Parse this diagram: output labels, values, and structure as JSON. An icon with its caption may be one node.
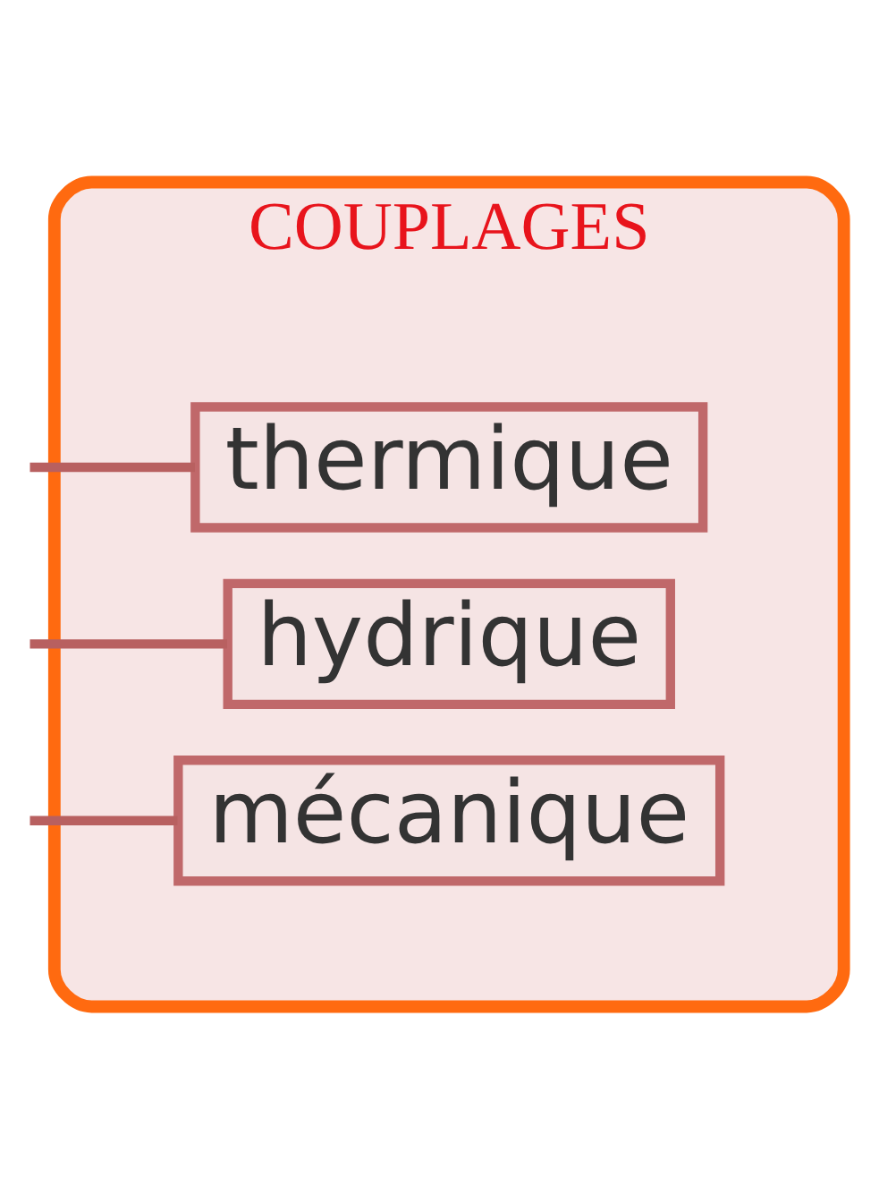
{
  "diagram": {
    "nodes": [
      {
        "text": [
          "COUPLAGES"
        ]
      },
      {
        "text": [
          "thermique"
        ],
        "in": 0
      },
      {
        "text": [
          "hydrique"
        ],
        "in": 0
      },
      {
        "text": [
          "mécanique"
        ],
        "in": 0
      }
    ],
    "edges": [
      {
        "from": null,
        "to": 1,
        "arrow": "none"
      },
      {
        "from": null,
        "to": 2,
        "arrow": "none"
      },
      {
        "from": null,
        "to": 3,
        "arrow": "none"
      }
    ]
  }
}
